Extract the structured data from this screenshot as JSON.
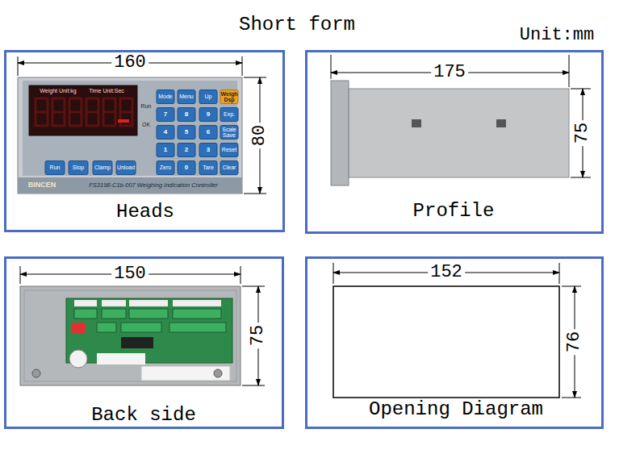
{
  "diagram": {
    "title": "Short form",
    "nodes": [
      {
        "text": [
          "Heads"
        ]
      },
      {
        "text": [
          "Profile"
        ]
      },
      {
        "text": [
          "Back side"
        ]
      },
      {
        "text": [
          "Opening Diagram"
        ]
      }
    ],
    "labels": [
      "Unit:mm",
      "160",
      "80",
      "175",
      "75",
      "150",
      "75",
      "152",
      "76",
      "Weight Unit:kg",
      "Time Unit:Sec",
      "Run",
      "OK",
      "Mode",
      "Menu",
      "Up",
      "Weigh Dsp",
      "7",
      "8",
      "9",
      "Exp.",
      "4",
      "5",
      "6",
      "Scale Save",
      "1",
      "2",
      "3",
      "Reset",
      "Zero",
      "0",
      "Tare",
      "Clear",
      "Run",
      "Stop",
      "Clamp",
      "Unload",
      "BINCEN",
      "FS3198-C1b-007 Weighing Indication Controller"
    ]
  }
}
